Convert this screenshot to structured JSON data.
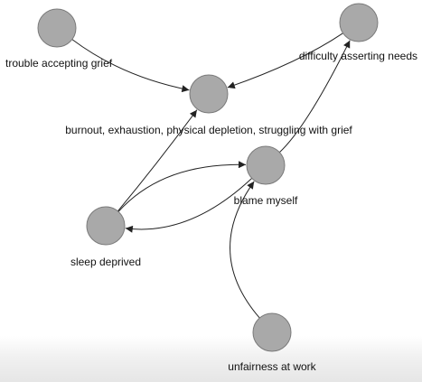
{
  "nodes": [
    {
      "id": "trouble",
      "label": "trouble accepting grief"
    },
    {
      "id": "difficulty",
      "label": "difficulty asserting needs"
    },
    {
      "id": "burnout",
      "label": "burnout, exhaustion, physical depletion, struggling with grief"
    },
    {
      "id": "blame",
      "label": "blame myself"
    },
    {
      "id": "sleep",
      "label": "sleep deprived"
    },
    {
      "id": "unfairness",
      "label": "unfairness at work"
    }
  ],
  "edges": [
    {
      "from": "trouble",
      "to": "burnout"
    },
    {
      "from": "difficulty",
      "to": "burnout"
    },
    {
      "from": "sleep",
      "to": "burnout"
    },
    {
      "from": "sleep",
      "to": "blame"
    },
    {
      "from": "blame",
      "to": "sleep"
    },
    {
      "from": "blame",
      "to": "difficulty"
    },
    {
      "from": "unfairness",
      "to": "blame"
    }
  ],
  "colors": {
    "node_fill": "#a9a9a9",
    "edge": "#222222"
  }
}
